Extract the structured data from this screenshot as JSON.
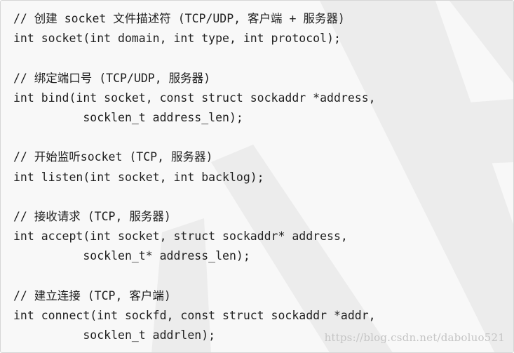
{
  "code_lines": [
    "// 创建 socket 文件描述符 (TCP/UDP, 客户端 + 服务器)",
    "int socket(int domain, int type, int protocol);",
    "",
    "// 绑定端口号 (TCP/UDP, 服务器)",
    "int bind(int socket, const struct sockaddr *address,",
    "          socklen_t address_len);",
    "",
    "// 开始监听socket (TCP, 服务器)",
    "int listen(int socket, int backlog);",
    "",
    "// 接收请求 (TCP, 服务器)",
    "int accept(int socket, struct sockaddr* address,",
    "          socklen_t* address_len);",
    "",
    "// 建立连接 (TCP, 客户端)",
    "int connect(int sockfd, const struct sockaddr *addr,",
    "          socklen_t addrlen);"
  ],
  "watermark_url": "https://blog.csdn.net/daboluo521",
  "colors": {
    "background": "#f8f8f8",
    "border": "#d6d6d6",
    "text": "#1f1f1f",
    "watermark": "#ededed",
    "url": "#c4c4c4"
  }
}
